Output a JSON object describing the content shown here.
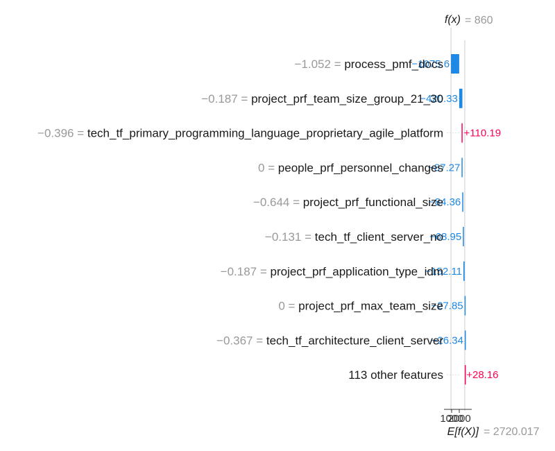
{
  "chart_data": {
    "type": "waterfall",
    "fx_label": "f(x)",
    "fx_value": "860",
    "ex_label": "E[f(X)]",
    "ex_value": "2720.017",
    "base_value": 2720.017,
    "xticks": [
      "1000",
      "2000"
    ],
    "xtick_values": [
      1000,
      2000
    ],
    "colors": {
      "negative": "#1e88e5",
      "positive": "#ff0051",
      "axis": "#cccccc"
    },
    "rows": [
      {
        "value": "−1.052",
        "name": "process_pmf_docs",
        "shap": -1075.6,
        "label": "−1075.6"
      },
      {
        "value": "−0.187",
        "name": "project_prf_team_size_group_21_30",
        "shap": -420.33,
        "label": "−420.33"
      },
      {
        "value": "−0.396",
        "name": "tech_tf_primary_programming_language_proprietary_agile_platform",
        "shap": 110.19,
        "label": "+110.19"
      },
      {
        "value": "0",
        "name": "people_prf_personnel_changes",
        "shap": -87.27,
        "label": "−87.27"
      },
      {
        "value": "−0.644",
        "name": "project_prf_functional_size",
        "shap": -84.36,
        "label": "−84.36"
      },
      {
        "value": "−0.131",
        "name": "tech_tf_client_server_no",
        "shap": -68.95,
        "label": "−68.95"
      },
      {
        "value": "−0.187",
        "name": "project_prf_application_type_idm",
        "shap": -152.11,
        "label": "−152.11"
      },
      {
        "value": "0",
        "name": "project_prf_max_team_size",
        "shap": -27.85,
        "label": "−27.85"
      },
      {
        "value": "−0.367",
        "name": "tech_tf_architecture_client_server",
        "shap": -26.34,
        "label": "−26.34"
      },
      {
        "value": "",
        "name": "113 other features",
        "shap": 28.16,
        "label": "+28.16"
      }
    ]
  }
}
